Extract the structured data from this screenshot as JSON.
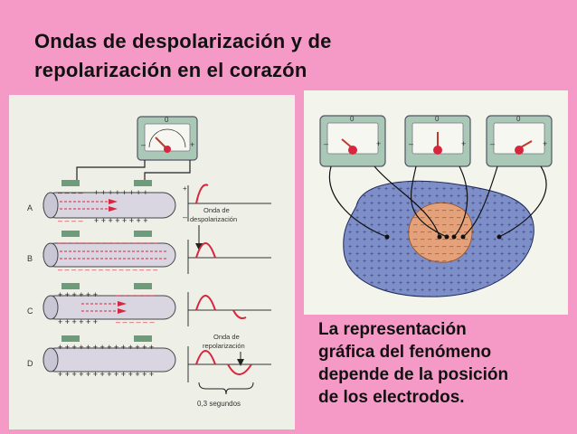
{
  "slide": {
    "title_line1": "Ondas de despolarización y de",
    "title_line2": "repolarización en el corazón",
    "caption_line1": "La representación",
    "caption_line2": "gráfica del fenómeno",
    "caption_line3": "depende de la posición",
    "caption_line4": "de los electrodos."
  },
  "left_figure": {
    "meter_zero": "0",
    "meter_minus": "–",
    "meter_plus": "+",
    "rows": [
      "A",
      "B",
      "C",
      "D"
    ],
    "trace_plus": "+",
    "trace_minus": "–",
    "label_depolarization_1": "Onda de",
    "label_depolarization_2": "despolarización",
    "label_repolarization_1": "Onda de",
    "label_repolarization_2": "repolarización",
    "time_label": "0,3 segundos"
  },
  "right_figure": {
    "meter_zero": "0",
    "meter_minus": "–",
    "meter_plus": "+"
  },
  "colors": {
    "background": "#F59AC6",
    "tissue_blue": "#7E8EC9",
    "tissue_orange": "#E5A27A",
    "wave_red": "#D7263D",
    "meter_green": "#A9C9B6"
  }
}
